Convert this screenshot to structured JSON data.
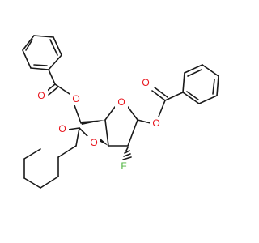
{
  "atoms": {
    "ring_oxygen": "O",
    "anomeric_oxygen": "O",
    "anomeric_carbonyl_oxygen": "O",
    "c5_ether_oxygen": "O",
    "c5_carbonyl_oxygen": "O",
    "c3_ether_oxygen": "O",
    "c3_carbonyl_oxygen": "O",
    "fluorine": "F"
  },
  "colors": {
    "bond": "#1a1a1a",
    "oxygen": "#e8141c",
    "fluorine": "#4db33d",
    "background": "#ffffff"
  }
}
